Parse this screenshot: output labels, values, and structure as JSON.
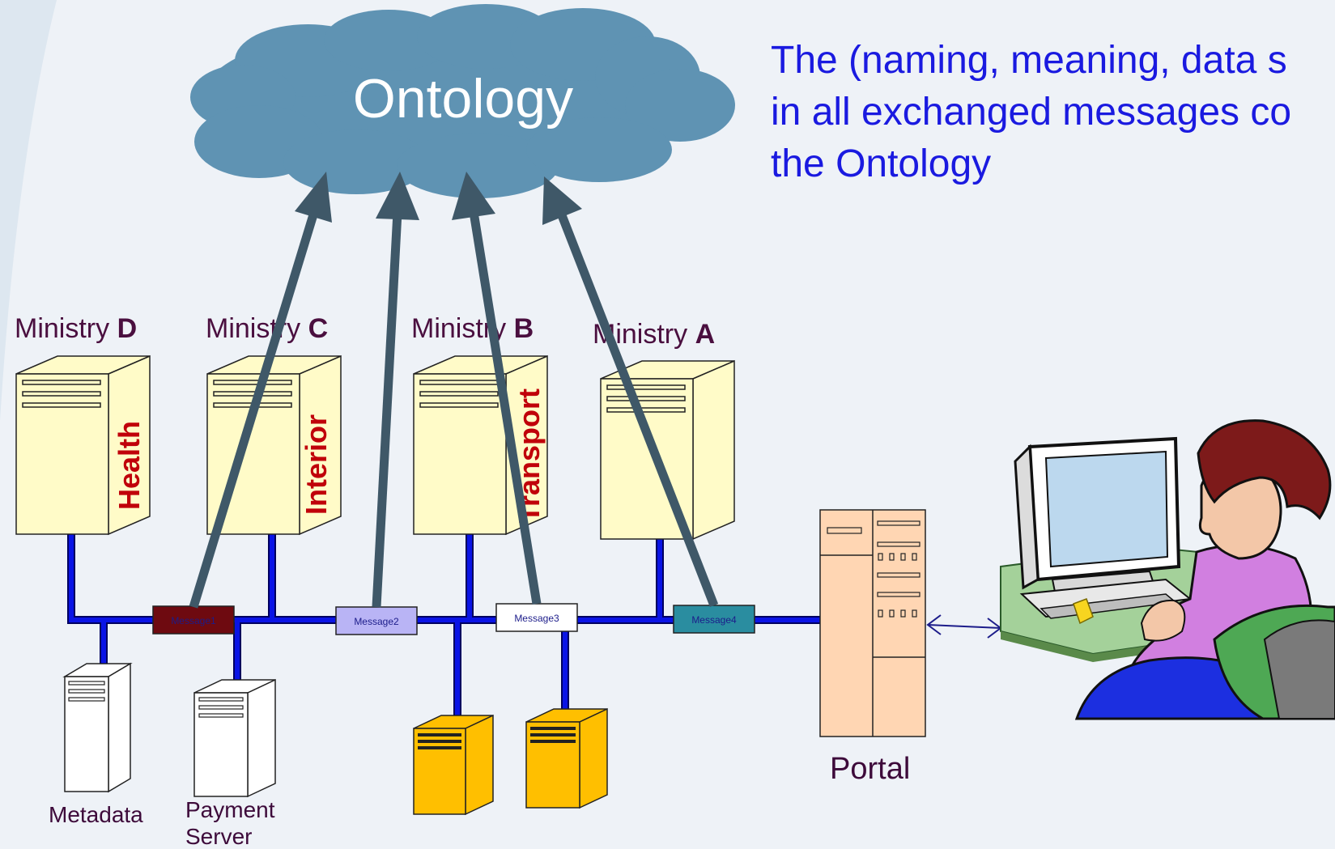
{
  "cloud": {
    "label": "Ontology"
  },
  "note": {
    "lines": [
      "The (naming, meaning, data s",
      "in all exchanged messages co",
      "the Ontology"
    ]
  },
  "ministries": [
    {
      "prefix": "Ministry ",
      "letter": "D",
      "tag": "Health"
    },
    {
      "prefix": "Ministry ",
      "letter": "C",
      "tag": "Interior"
    },
    {
      "prefix": "Ministry ",
      "letter": "B",
      "tag": "Transport"
    },
    {
      "prefix": "Ministry ",
      "letter": "A",
      "tag": ""
    }
  ],
  "messages": [
    {
      "label": "Message1",
      "fill": "#6e0a10",
      "text_color": "#1c1c8a"
    },
    {
      "label": "Message2",
      "fill": "#b9b4f5",
      "text_color": "#1c1c8a"
    },
    {
      "label": "Message3",
      "fill": "#ffffff",
      "text_color": "#1c1c8a"
    },
    {
      "label": "Message4",
      "fill": "#2a8da0",
      "text_color": "#1c1c8a"
    }
  ],
  "servers": {
    "metadata": "Metadata",
    "payment_line1": "Payment",
    "payment_line2": "Server"
  },
  "portal": {
    "label": "Portal"
  },
  "colors": {
    "cloud": "#5f93b3",
    "bus": "#0a14e6",
    "arrow": "#3f5868",
    "ministry_server": "#fffbc8",
    "gold_server": "#ffbf00",
    "portal_server": "#ffd6b3",
    "note_text": "#1a1ae0"
  }
}
